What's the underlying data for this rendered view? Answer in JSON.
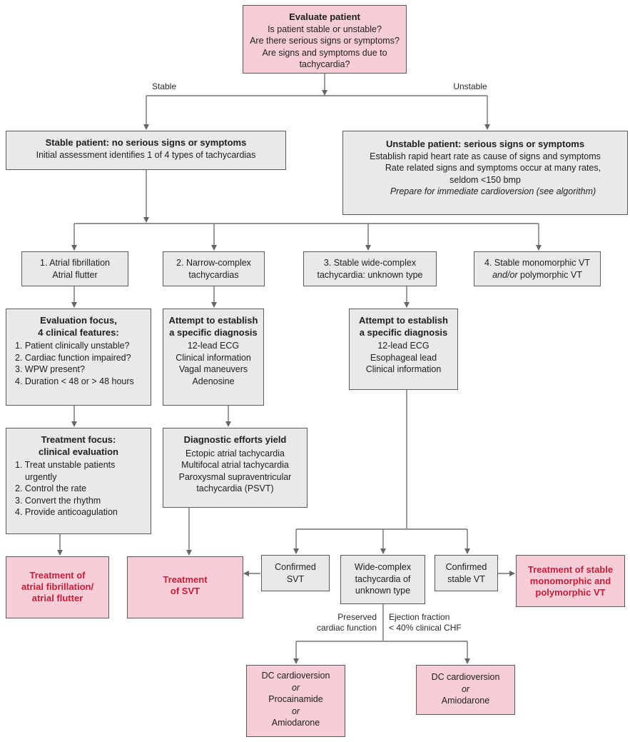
{
  "evaluate": {
    "title": "Evaluate patient",
    "lines": [
      "Is patient stable or unstable?",
      "Are there serious signs or symptoms?",
      "Are signs and symptoms due to tachycardia?"
    ]
  },
  "branches": {
    "stable": "Stable",
    "unstable": "Unstable"
  },
  "stable_patient": {
    "title": "Stable patient: no serious signs or symptoms",
    "line": "Initial assessment identifies 1 of 4 types of tachycardias"
  },
  "unstable_patient": {
    "title": "Unstable patient: serious signs or symptoms",
    "line1": "Establish rapid heart rate as cause of signs and symptoms",
    "line2": "Rate related signs and symptoms occur at many rates,",
    "line3": "seldom <150 bmp",
    "line4": "Prepare for immediate cardioversion (see algorithm)"
  },
  "types": {
    "t1": [
      "1. Atrial fibrillation",
      "Atrial flutter"
    ],
    "t2": [
      "2. Narrow-complex",
      "tachycardias"
    ],
    "t3": [
      "3. Stable wide-complex",
      "tachycardia: unknown type"
    ],
    "t4_a": "4. Stable monomorphic VT",
    "t4_and_or": "and/or",
    "t4_b": "polymorphic VT"
  },
  "af_eval": {
    "title1": "Evaluation focus,",
    "title2": "4 clinical features:",
    "items": [
      "1. Patient clinically unstable?",
      "2. Cardiac function impaired?",
      "3. WPW present?",
      "4. Duration < 48 or > 48 hours"
    ]
  },
  "narrow_dx": {
    "title1": "Attempt to establish",
    "title2": "a specific diagnosis",
    "items": [
      "12-lead ECG",
      "Clinical information",
      "Vagal maneuvers",
      "Adenosine"
    ]
  },
  "wide_dx": {
    "title1": "Attempt to establish",
    "title2": "a specific diagnosis",
    "items": [
      "12-lead ECG",
      "Esophageal lead",
      "Clinical information"
    ]
  },
  "af_treat": {
    "title1": "Treatment focus:",
    "title2": "clinical evaluation",
    "items": [
      "1. Treat unstable patients",
      "urgently",
      "2. Control the rate",
      "3. Convert the rhythm",
      "4. Provide anticoagulation"
    ]
  },
  "narrow_yield": {
    "title": "Diagnostic efforts yield",
    "items": [
      "Ectopic atrial tachycardia",
      "Multifocal atrial tachycardia",
      "Paroxysmal supraventricular",
      "tachycardia (PSVT)"
    ]
  },
  "outcomes": {
    "af": [
      "Treatment of",
      "atrial fibrillation/",
      "atrial flutter"
    ],
    "svt": [
      "Treatment",
      "of SVT"
    ],
    "vt": [
      "Treatment of stable",
      "monomorphic and",
      "polymorphic VT"
    ]
  },
  "wide_results": {
    "svt": [
      "Confirmed",
      "SVT"
    ],
    "unknown": [
      "Wide-complex",
      "tachycardia of",
      "unknown type"
    ],
    "vt": [
      "Confirmed",
      "stable VT"
    ]
  },
  "function_labels": {
    "preserved": [
      "Preserved",
      "cardiac function"
    ],
    "ef": [
      "Ejection fraction",
      "< 40% clinical CHF"
    ]
  },
  "final": {
    "left": [
      "DC cardioversion",
      "or",
      "Procainamide",
      "or",
      "Amiodarone"
    ],
    "right": [
      "DC cardioversion",
      "or",
      "Amiodarone"
    ]
  }
}
